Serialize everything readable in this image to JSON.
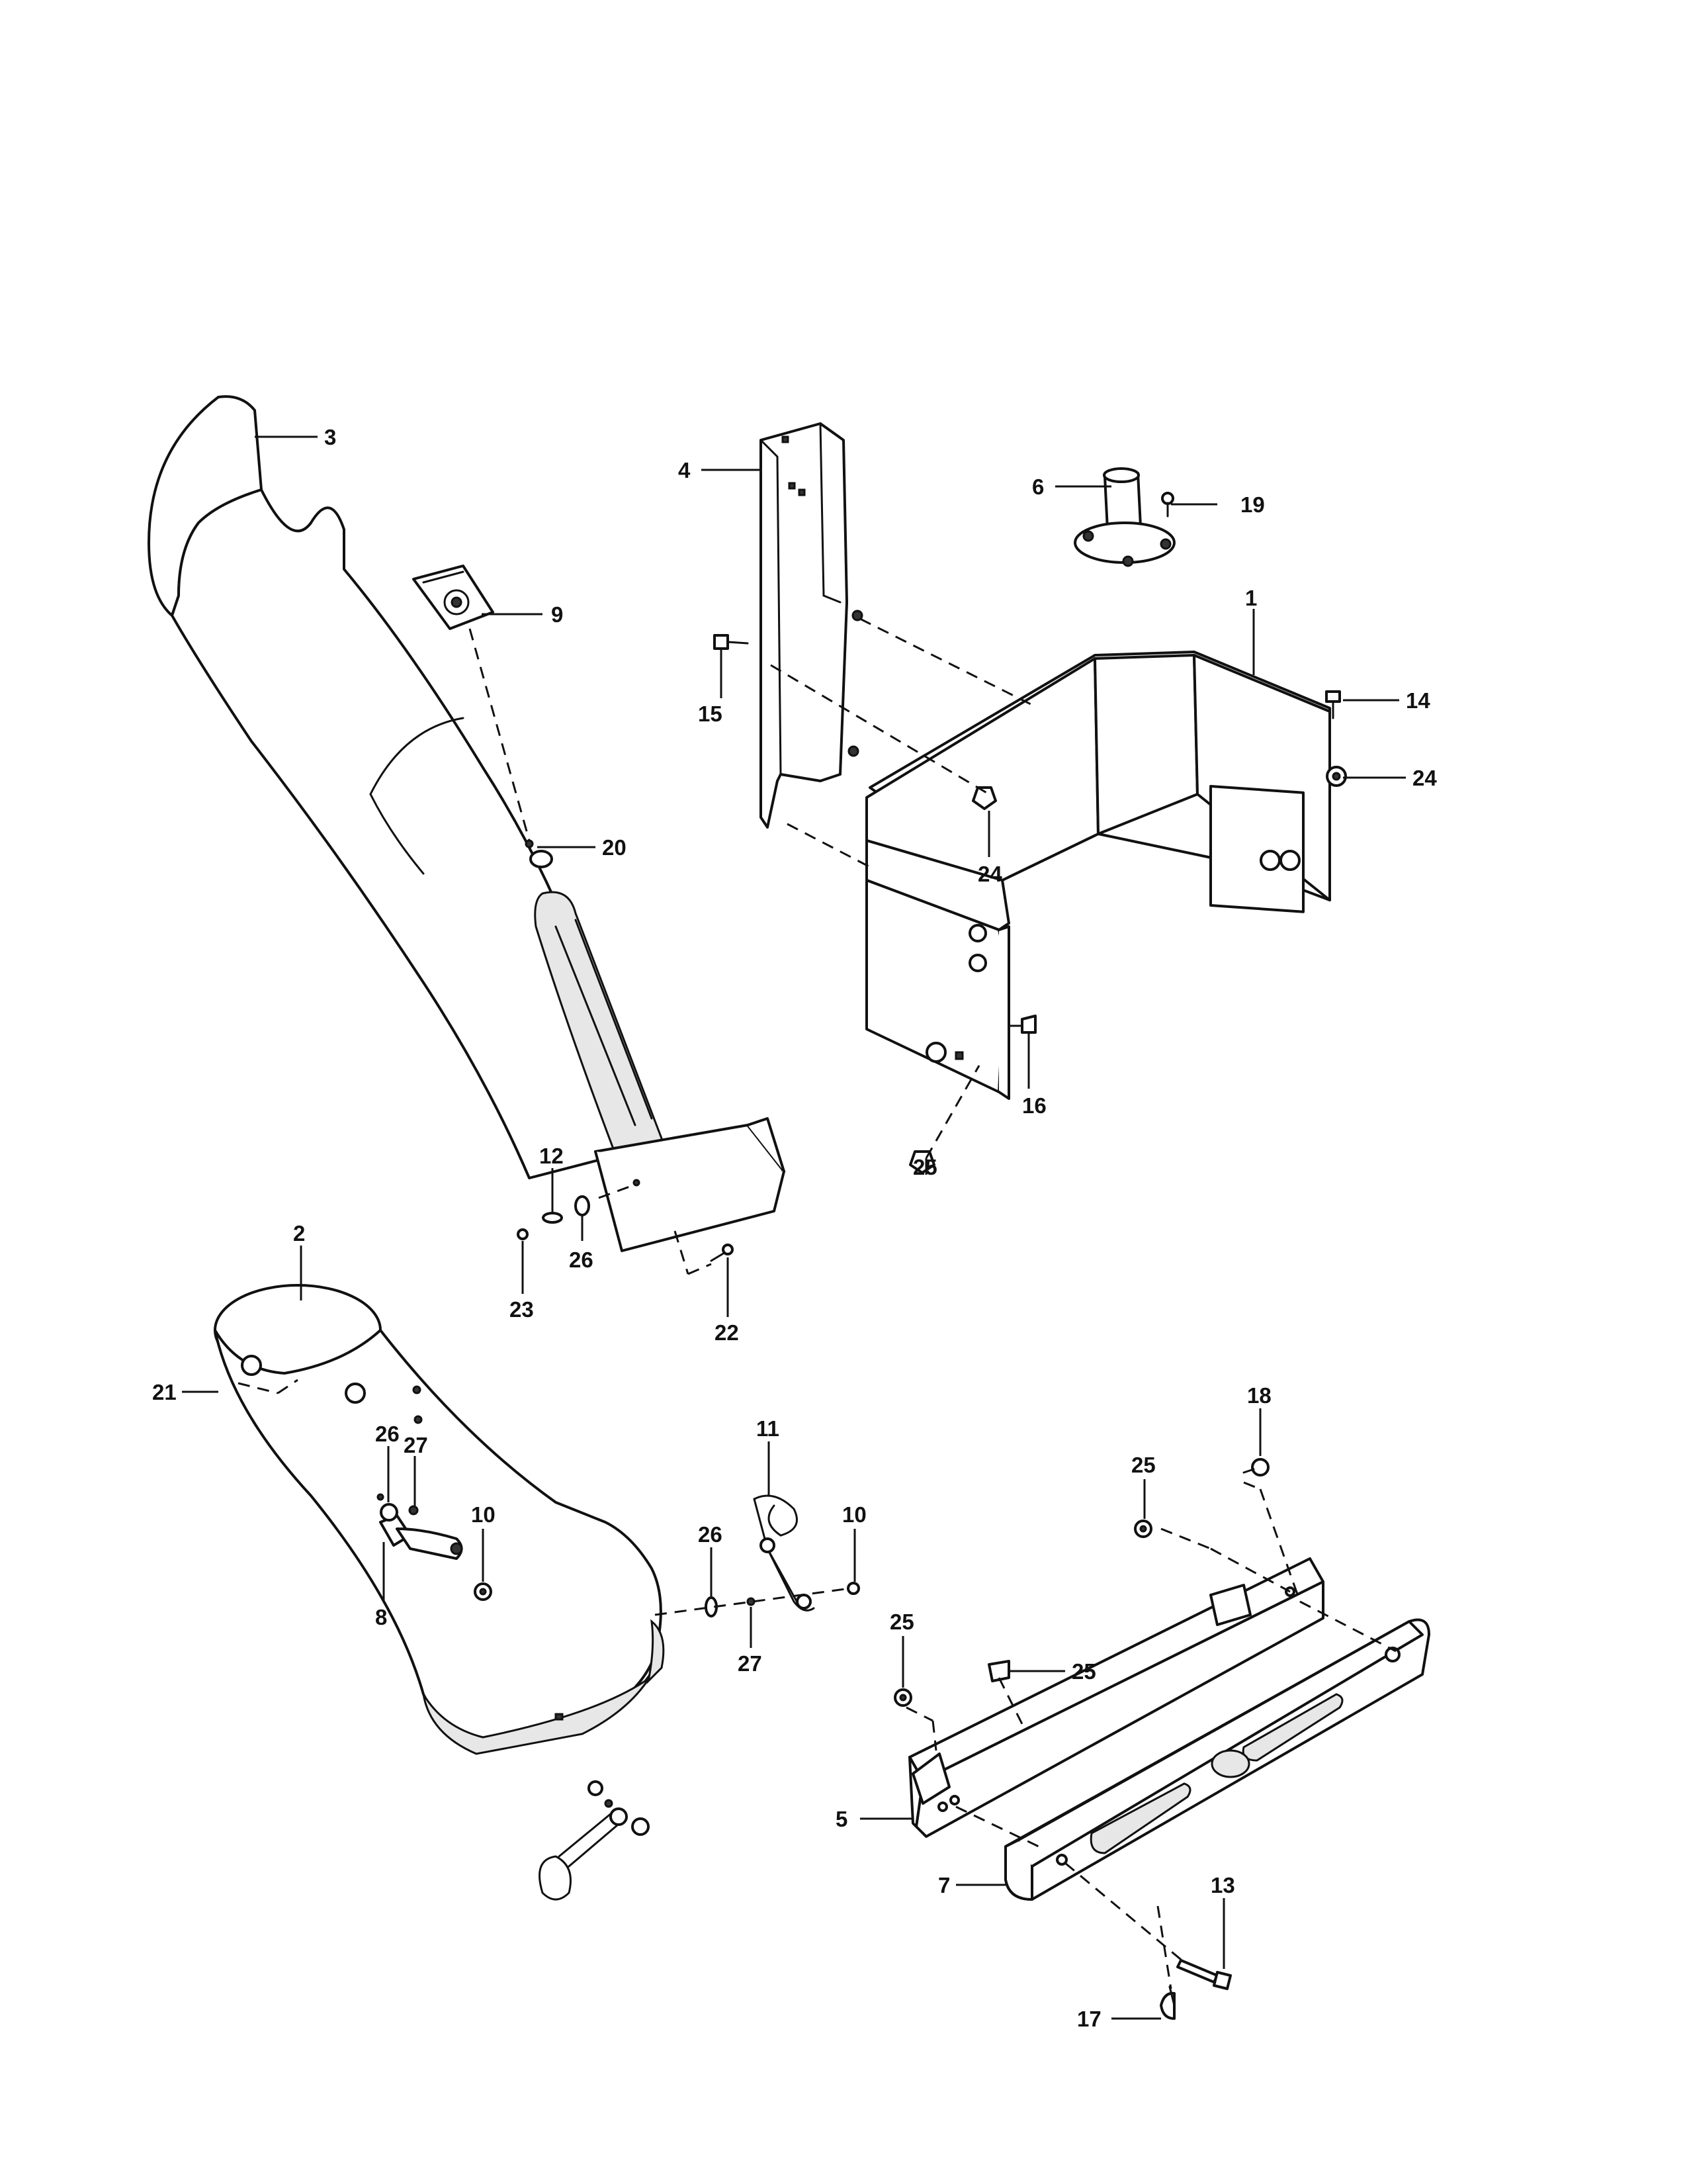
{
  "callouts": [
    {
      "id": "c1",
      "label": "1"
    },
    {
      "id": "c2",
      "label": "2"
    },
    {
      "id": "c3",
      "label": "3"
    },
    {
      "id": "c4",
      "label": "4"
    },
    {
      "id": "c5",
      "label": "5"
    },
    {
      "id": "c6",
      "label": "6"
    },
    {
      "id": "c7",
      "label": "7"
    },
    {
      "id": "c8",
      "label": "8"
    },
    {
      "id": "c9",
      "label": "9"
    },
    {
      "id": "c10a",
      "label": "10"
    },
    {
      "id": "c10b",
      "label": "10"
    },
    {
      "id": "c11",
      "label": "11"
    },
    {
      "id": "c12",
      "label": "12"
    },
    {
      "id": "c13",
      "label": "13"
    },
    {
      "id": "c14",
      "label": "14"
    },
    {
      "id": "c15",
      "label": "15"
    },
    {
      "id": "c16",
      "label": "16"
    },
    {
      "id": "c17",
      "label": "17"
    },
    {
      "id": "c18",
      "label": "18"
    },
    {
      "id": "c19",
      "label": "19"
    },
    {
      "id": "c20",
      "label": "20"
    },
    {
      "id": "c21",
      "label": "21"
    },
    {
      "id": "c22",
      "label": "22"
    },
    {
      "id": "c23",
      "label": "23"
    },
    {
      "id": "c24a",
      "label": "24"
    },
    {
      "id": "c24b",
      "label": "24"
    },
    {
      "id": "c25a",
      "label": "25"
    },
    {
      "id": "c25b",
      "label": "25"
    },
    {
      "id": "c25c",
      "label": "25"
    },
    {
      "id": "c25d",
      "label": "25"
    },
    {
      "id": "c26a",
      "label": "26"
    },
    {
      "id": "c26b",
      "label": "26"
    },
    {
      "id": "c26c",
      "label": "26"
    },
    {
      "id": "c27a",
      "label": "27"
    },
    {
      "id": "c27b",
      "label": "27"
    }
  ]
}
